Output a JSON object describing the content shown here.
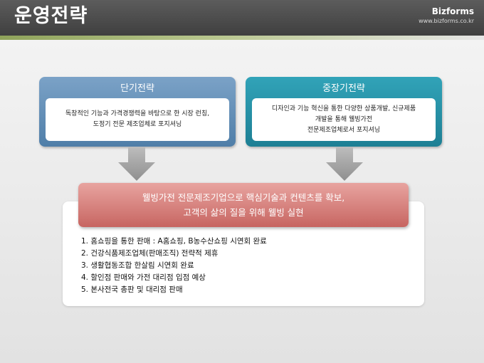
{
  "header": {
    "title": "운영전략",
    "brand_name": "Bizforms",
    "brand_url": "www.bizforms.co.kr"
  },
  "short_term": {
    "title": "단기전략",
    "text": "독창적인 기능과 가격경쟁력을 바탕으로 한 시장 런칭,\n도정기 전문 제조업체로 포지셔닝"
  },
  "mid_long_term": {
    "title": "중장기전략",
    "text": "디자인과 기능 혁신을 통한 다양한 상품개발, 신규제품\n개발을 통해 웰빙가전\n전문제조업체로서 포지셔닝"
  },
  "goal": {
    "line1": "웰빙가전 전문제조기업으로 핵심기술과 컨텐츠를 확보,",
    "line2": "고객의 삶의 질을 위해 웰빙 실현"
  },
  "actions": [
    "1. 홈쇼핑을 통한 판매 : A홈쇼핑, B농수산쇼핑 시연회 완료",
    "2. 건강식품제조업체(판매조직) 전략적 제휴",
    "3. 생활협동조합 한살림 시연회 완료",
    "4. 할인점 판매와 가전 대리점 입점 예상",
    "5. 본사전국 총판 및 대리점 판매"
  ],
  "colors": {
    "short_term_box": "#5f8db5",
    "mid_long_term_box": "#2692a8",
    "goal_banner": "#d6807c",
    "arrow": "#a6a6a6",
    "header_bg": "#4a4a4a",
    "header_accent": "#8fa35a"
  },
  "icons": {
    "arrow_left": "arrow-down-icon",
    "arrow_right": "arrow-down-icon"
  }
}
